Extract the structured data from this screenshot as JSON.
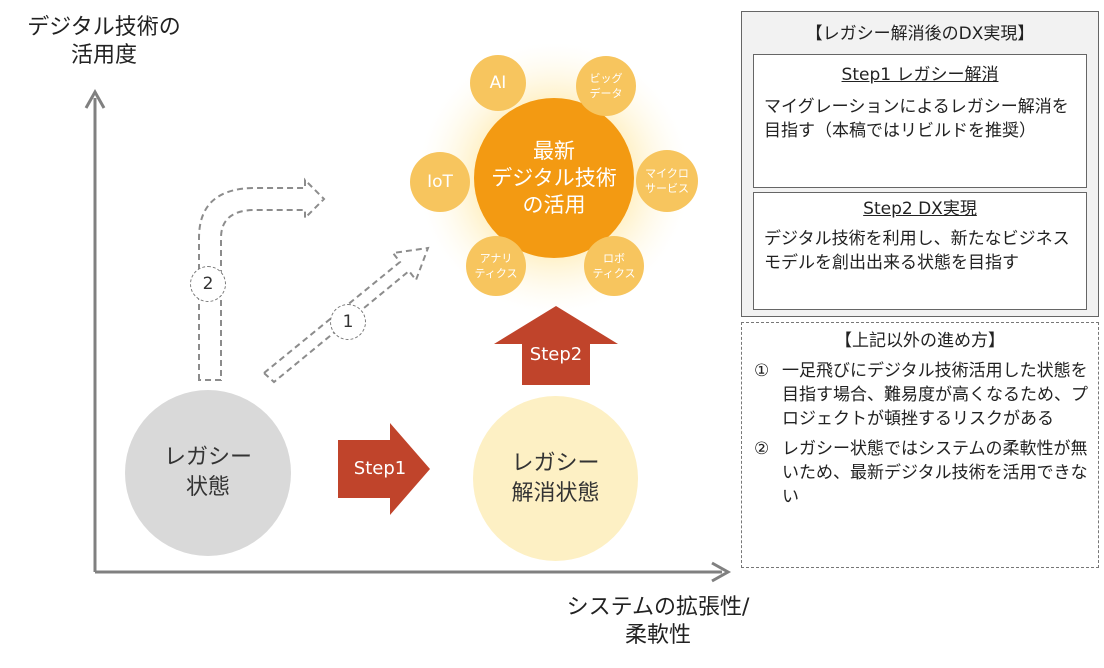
{
  "axes": {
    "y_label": "デジタル技術の\n活用度",
    "x_label": "システムの拡張性/\n柔軟性"
  },
  "states": {
    "legacy": "レガシー\n状態",
    "resolved": "レガシー\n解消状態",
    "latest": "最新\nデジタル技術\nの活用"
  },
  "tech_bubbles": [
    "AI",
    "ビッグ\nデータ",
    "IoT",
    "マイクロ\nサービス",
    "アナリ\nティクス",
    "ロボ\nティクス"
  ],
  "arrows": {
    "step1": "Step1",
    "step2": "Step2",
    "path1": "1",
    "path2": "2"
  },
  "panel": {
    "title": "【レガシー解消後のDX実現】",
    "step1_title": "Step1 レガシー解消",
    "step1_body": "マイグレーションによるレガシー解消を目指す（本稿ではリビルドを推奨）",
    "step2_title": "Step2 DX実現",
    "step2_body": "デジタル技術を利用し、新たなビジネスモデルを創出出来る状態を目指す"
  },
  "alt_panel": {
    "title": "【上記以外の進め方】",
    "items": [
      {
        "num": "①",
        "text": "一足飛びにデジタル技術活用した状態を目指す場合、難易度が高くなるため、プロジェクトが頓挫するリスクがある"
      },
      {
        "num": "②",
        "text": "レガシー状態ではシステムの柔軟性が無いため、最新デジタル技術を活用できない"
      }
    ]
  },
  "colors": {
    "legacy": "#d9d9d9",
    "resolved": "#fdf0c4",
    "latest": "#f39a12",
    "bubble": "#f7c55e",
    "step_arrow": "#c0442b",
    "axis": "#808080"
  }
}
